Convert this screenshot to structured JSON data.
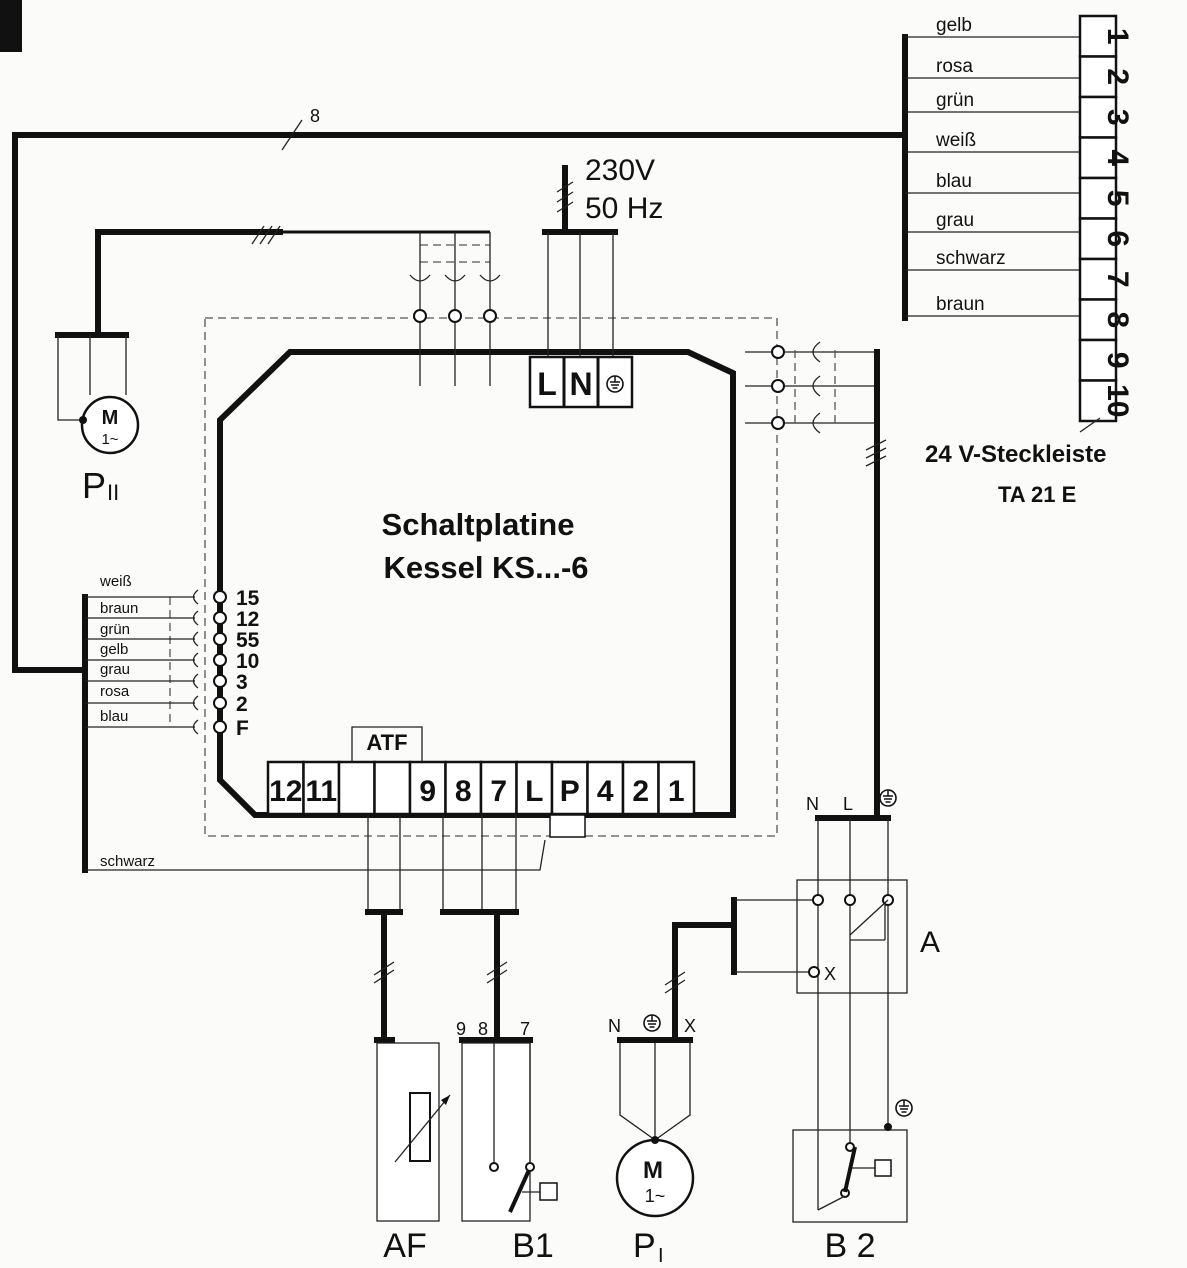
{
  "board": {
    "title_line1": "Schaltplatine",
    "title_line2": "Kessel KS...-6"
  },
  "power": {
    "voltage": "230V",
    "frequency": "50 Hz"
  },
  "top_connector": [
    "L",
    "N"
  ],
  "bottom_terminals": [
    "12",
    "11",
    "",
    "",
    "9",
    "8",
    "7",
    "L",
    "P",
    "4",
    "2",
    "1"
  ],
  "atf_label": "ATF",
  "side_pins": [
    "15",
    "12",
    "55",
    "10",
    "3",
    "2",
    "F"
  ],
  "side_wires": [
    "weiß",
    "braun",
    "grün",
    "gelb",
    "grau",
    "rosa",
    "blau"
  ],
  "schwarz_wire": "schwarz",
  "wire_count_label": "8",
  "strip": {
    "numbers": [
      "1",
      "2",
      "3",
      "4",
      "5",
      "6",
      "7",
      "8",
      "9",
      "10"
    ],
    "wire_colors": [
      "gelb",
      "rosa",
      "grün",
      "weiß",
      "blau",
      "grau",
      "schwarz",
      "braun"
    ],
    "title_line1": "24 V-Steckleiste",
    "title_line2": "TA 21 E"
  },
  "components": {
    "pump2": {
      "motor_m": "M",
      "motor_phase": "1~",
      "label_main": "P",
      "label_sub": "II"
    },
    "pump1": {
      "motor_m": "M",
      "motor_phase": "1~",
      "label_main": "P",
      "label_sub": "I",
      "term_n": "N",
      "term_x": "X"
    },
    "af": {
      "label": "AF"
    },
    "b1": {
      "label": "B1",
      "t9": "9",
      "t8": "8",
      "t7": "7"
    },
    "relay_a": {
      "label": "A",
      "term_n": "N",
      "term_l": "L",
      "term_x": "X"
    },
    "b2": {
      "label": "B 2"
    }
  }
}
